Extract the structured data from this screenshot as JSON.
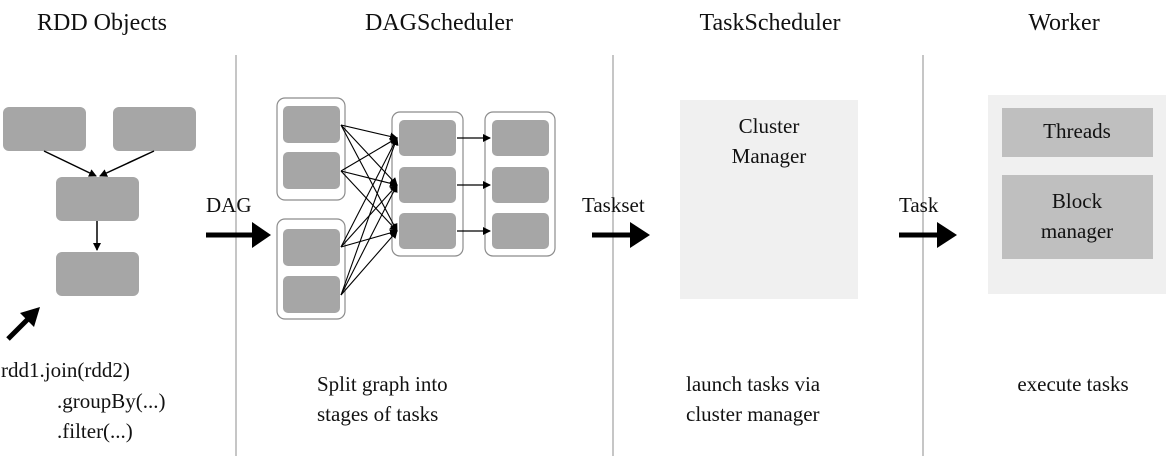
{
  "columns": {
    "rdd": {
      "title": "RDD Objects",
      "code": [
        "rdd1.join(rdd2)",
        ".groupBy(...)",
        ".filter(...)"
      ]
    },
    "dag": {
      "title": "DAGScheduler",
      "caption": [
        "Split graph into",
        "stages of tasks"
      ]
    },
    "task": {
      "title": "TaskScheduler",
      "box_label": [
        "Cluster",
        "Manager"
      ],
      "caption": [
        "launch tasks via",
        "cluster manager"
      ]
    },
    "worker": {
      "title": "Worker",
      "threads": "Threads",
      "block_manager": [
        "Block",
        "manager"
      ],
      "caption": "execute tasks"
    }
  },
  "arrows": {
    "dag": "DAG",
    "taskset": "Taskset",
    "task": "Task"
  },
  "colors": {
    "node": "#a6a6a6",
    "panel": "#f0f0f0",
    "box": "#bfbfbf",
    "divider": "#b3b3b3",
    "arrow": "#000000"
  }
}
